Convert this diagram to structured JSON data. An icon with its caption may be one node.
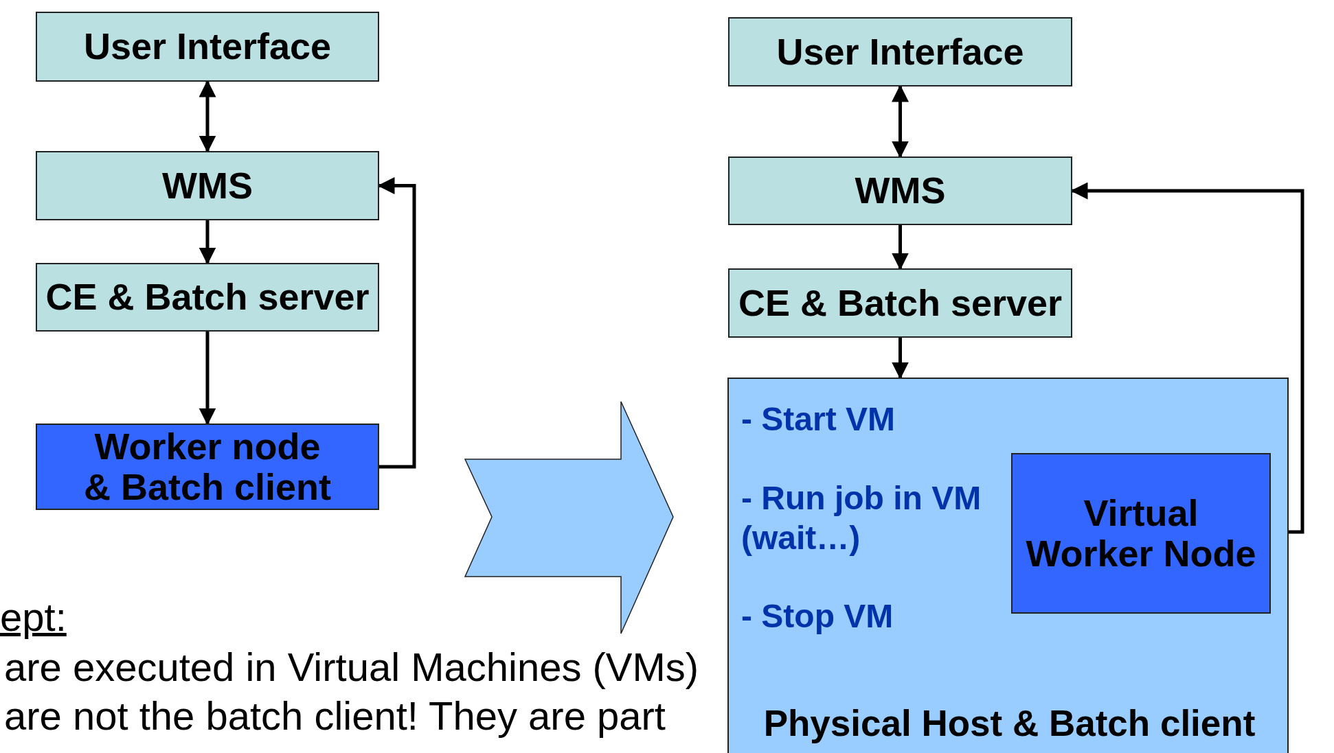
{
  "diagram": {
    "nodes": [
      {
        "text": [
          "User Interface"
        ]
      },
      {
        "text": [
          "WMS"
        ]
      },
      {
        "text": [
          "CE & Batch server"
        ]
      },
      {
        "text": [
          "Worker node & Batch client"
        ]
      },
      {
        "text": [
          "User Interface"
        ]
      },
      {
        "text": [
          "WMS"
        ]
      },
      {
        "text": [
          "CE & Batch server"
        ]
      },
      {
        "text": [
          "- Start VM",
          "- Run job in VM (wait…)",
          "- Stop VM",
          "Physical Host & Batch client"
        ]
      },
      {
        "text": [
          "Virtual Worker Node"
        ],
        "in": 7
      }
    ],
    "edges": [
      {
        "from": 0,
        "to": 1,
        "arrow": "both"
      },
      {
        "from": 1,
        "to": 2,
        "arrow": "to"
      },
      {
        "from": 2,
        "to": 3,
        "arrow": "to"
      },
      {
        "from": 3,
        "to": 1,
        "arrow": "to"
      },
      {
        "from": 4,
        "to": 5,
        "arrow": "both"
      },
      {
        "from": 5,
        "to": 6,
        "arrow": "to"
      },
      {
        "from": 6,
        "to": 7,
        "arrow": "to"
      },
      {
        "from": 8,
        "to": 5,
        "arrow": "to"
      }
    ],
    "labels": [
      "ept:",
      "are executed in Virtual Machines (VMs)",
      "are not the batch client! They are part"
    ]
  }
}
